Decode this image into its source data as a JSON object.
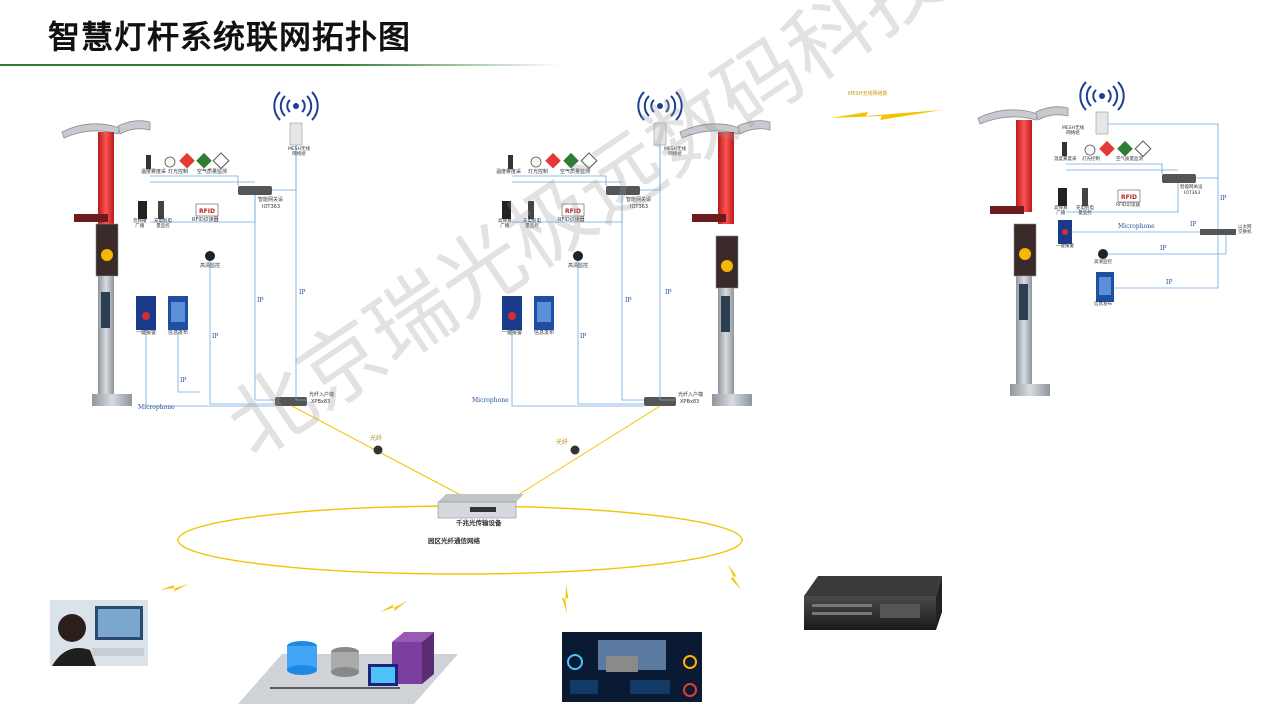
{
  "page": {
    "title": "智慧灯杆系统联网拓扑图"
  },
  "watermark": "北京瑞光极远数码科技有限公司",
  "colors": {
    "title_rule": "#2e7d32",
    "pole_red": "#e53935",
    "pole_gray": "#b0b6bd",
    "wire_blue": "#6fa8dc",
    "ip_text": "#1f4e9a",
    "fiber_gold": "#e8b600",
    "watermark": "#999999"
  },
  "pole1": {
    "labels": {
      "env": "温度雾度采",
      "light": "灯光控制",
      "air": "空气质量监测",
      "gateway": "智能网关设",
      "gateway_model": "IOT363",
      "broadcast": "音频播\n广播",
      "charge": "充电桩电\n量监控",
      "rfid": "RFID识读器",
      "camera": "高清监控",
      "sos": "一键报警",
      "screen": "信息发布",
      "mesh_ap": "MESH无线\n网络组",
      "poe": "光纤入户端",
      "poe_model": "XPBx83"
    },
    "ip": [
      "IP",
      "IP",
      "IP",
      "IP"
    ],
    "microphone": "Microphone"
  },
  "pole2": {
    "labels": {
      "env": "温度雾度采",
      "light": "灯光控制",
      "air": "空气质量监测",
      "gateway": "智能网关设",
      "gateway_model": "IOT363",
      "broadcast": "高保真\n广播",
      "charge": "充电桩电\n量监控",
      "rfid": "RFID识读器",
      "camera": "高清监控",
      "sos": "一键报警",
      "screen": "信息发布",
      "mesh_ap": "MESH无线\n网络组",
      "poe": "光纤入户端",
      "poe_model": "XPBx83"
    },
    "ip": [
      "IP",
      "IP",
      "IP"
    ],
    "microphone": "Microphone"
  },
  "pole3": {
    "labels": {
      "env": "温度雾度采",
      "light": "灯光控制",
      "air": "空气质量监测",
      "gateway": "智能网关设",
      "gateway_model": "IOT363",
      "broadcast": "高保真\n广播",
      "charge": "充电桩电\n量监控",
      "rfid": "RFID识读器",
      "camera": "高清监控",
      "sos": "一键报警",
      "screen": "信息发布",
      "mesh_ap": "MESH无线\n网络组",
      "switch": "以太网\n交换机"
    },
    "ip": [
      "IP",
      "IP",
      "IP",
      "IP"
    ],
    "microphone": "Microphone"
  },
  "mesh_link": "MESH无线网络数",
  "fiber_labels": [
    "光纤",
    "光纤"
  ],
  "core": {
    "device": "千兆光传输设备",
    "ring": "园区光纤通信网络"
  }
}
